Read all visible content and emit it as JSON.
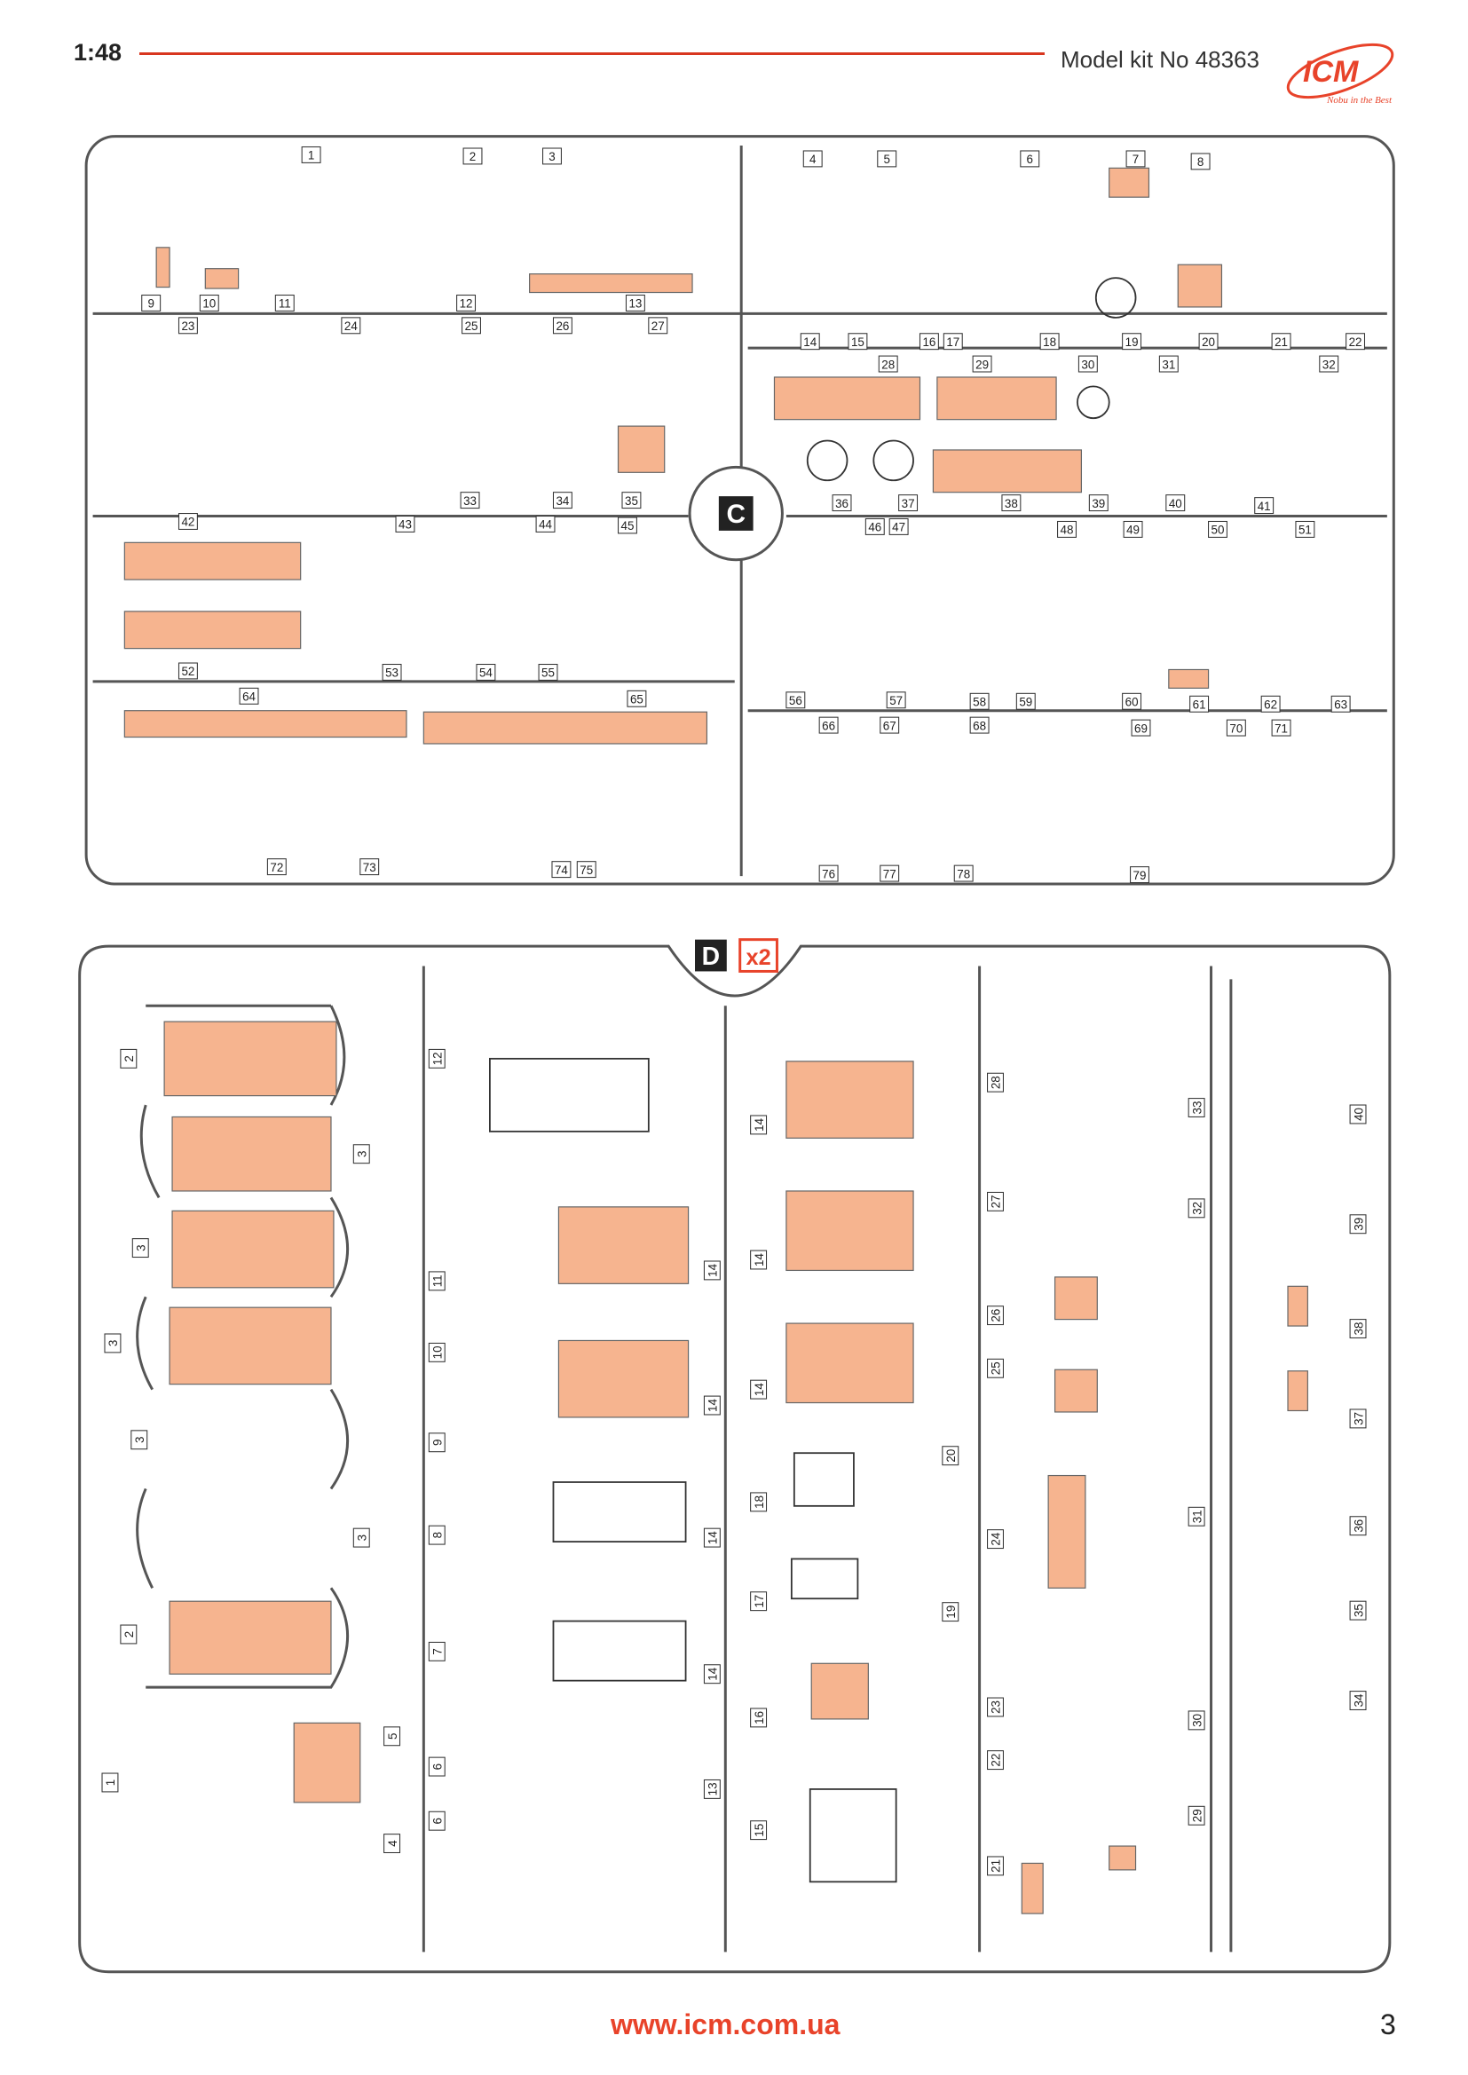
{
  "header": {
    "scale": "1:48",
    "model_kit": "Model kit No 48363"
  },
  "logo": {
    "brand": "ICM",
    "tagline": "Nobu in the Best"
  },
  "footer": {
    "website": "www.icm.com.ua",
    "page_number": "3"
  },
  "colors": {
    "accent": "#e8432a",
    "part_highlight": "#f6b48f",
    "sprue": "#555555"
  },
  "sprue_c": {
    "letter": "C",
    "part_numbers": [
      "1",
      "2",
      "3",
      "4",
      "5",
      "6",
      "7",
      "8",
      "9",
      "10",
      "11",
      "12",
      "13",
      "14",
      "15",
      "16",
      "17",
      "18",
      "19",
      "20",
      "21",
      "22",
      "23",
      "24",
      "25",
      "26",
      "27",
      "28",
      "29",
      "30",
      "31",
      "32",
      "33",
      "34",
      "35",
      "36",
      "37",
      "38",
      "39",
      "40",
      "41",
      "42",
      "43",
      "44",
      "45",
      "46",
      "47",
      "48",
      "49",
      "50",
      "51",
      "52",
      "53",
      "54",
      "55",
      "56",
      "57",
      "58",
      "59",
      "60",
      "61",
      "62",
      "63",
      "64",
      "65",
      "66",
      "67",
      "68",
      "69",
      "70",
      "71",
      "72",
      "73",
      "74",
      "75",
      "76",
      "77",
      "78",
      "79"
    ]
  },
  "sprue_d": {
    "letter": "D",
    "multiplier": "x2",
    "part_numbers": [
      "2",
      "3",
      "3",
      "3",
      "3",
      "3",
      "2",
      "1",
      "5",
      "4",
      "6",
      "6",
      "12",
      "11",
      "10",
      "9",
      "8",
      "7",
      "14",
      "14",
      "14",
      "14",
      "13",
      "14",
      "14",
      "14",
      "18",
      "17",
      "16",
      "15",
      "20",
      "19",
      "28",
      "27",
      "26",
      "25",
      "24",
      "23",
      "22",
      "21",
      "33",
      "32",
      "31",
      "30",
      "29",
      "40",
      "39",
      "38",
      "37",
      "36",
      "35",
      "34"
    ]
  }
}
